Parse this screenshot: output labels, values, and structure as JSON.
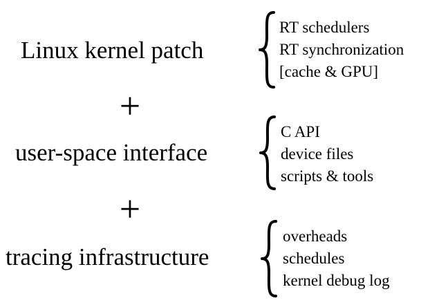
{
  "blocks": [
    {
      "label": "Linux kernel patch",
      "items": [
        "RT schedulers",
        "RT synchronization",
        "[cache & GPU]"
      ]
    },
    {
      "label": "user-space interface",
      "items": [
        "C API",
        "device files",
        "scripts & tools"
      ]
    },
    {
      "label": "tracing infrastructure",
      "items": [
        "overheads",
        "schedules",
        "kernel debug log"
      ]
    }
  ],
  "connectors": [
    "+",
    "+"
  ]
}
